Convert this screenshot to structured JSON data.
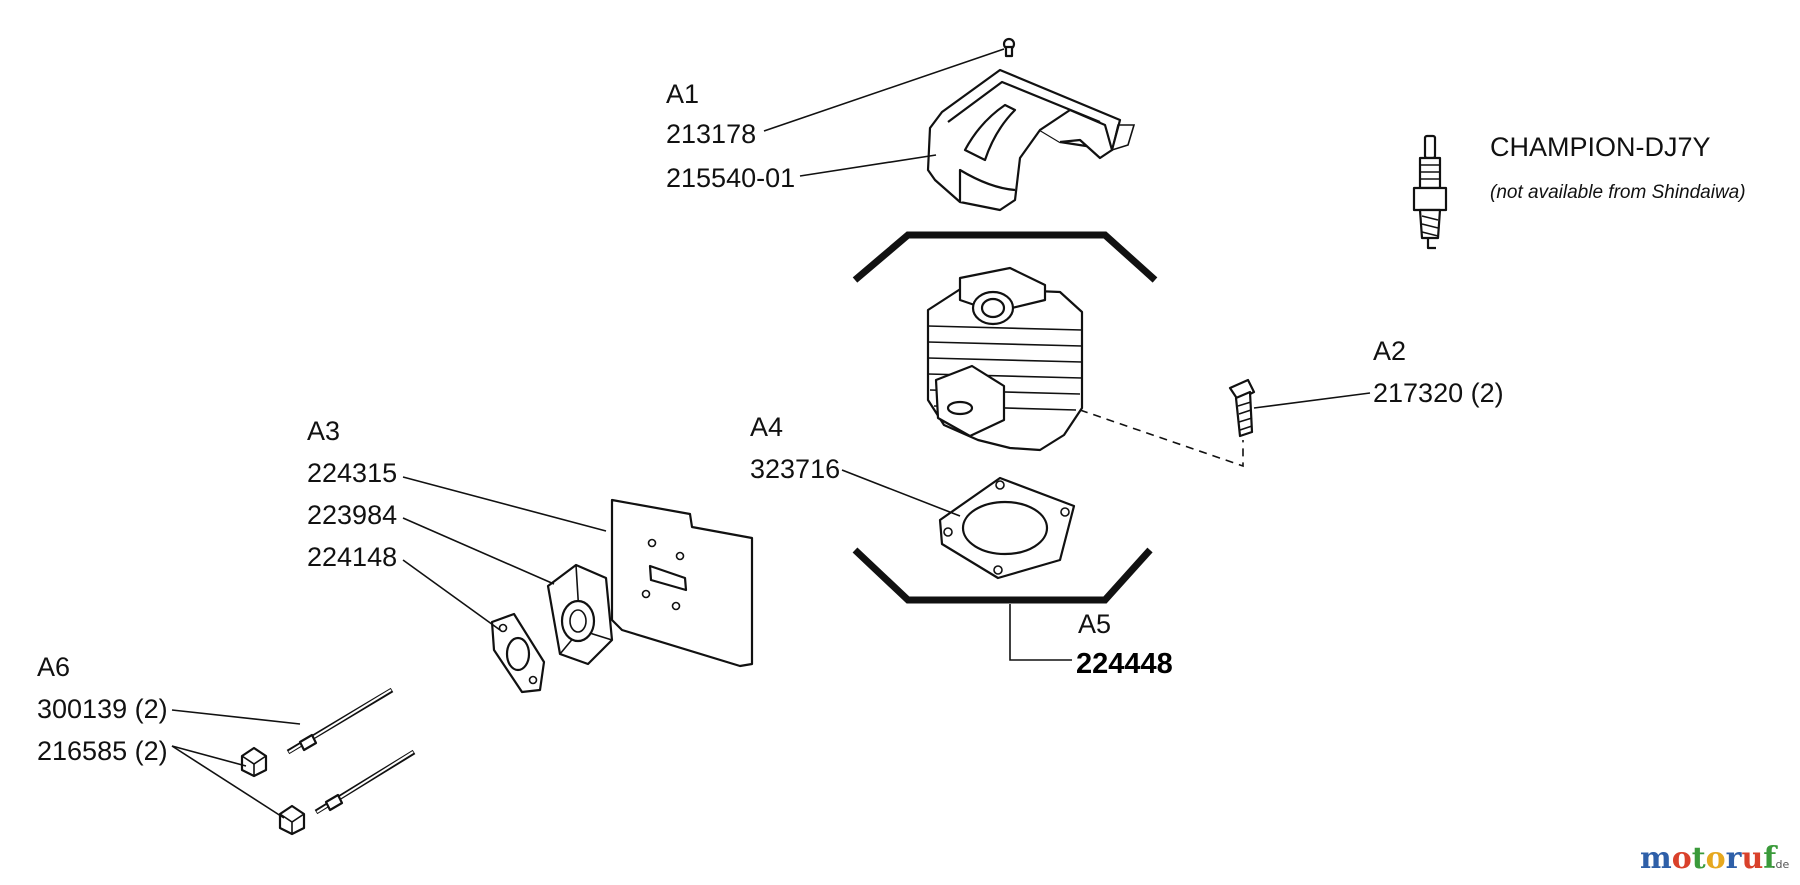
{
  "labels": {
    "a1": {
      "ref": "A1",
      "parts": [
        "213178",
        "215540-01"
      ]
    },
    "a2": {
      "ref": "A2",
      "parts": [
        "217320 (2)"
      ]
    },
    "a3": {
      "ref": "A3",
      "parts": [
        "224315",
        "223984",
        "224148"
      ]
    },
    "a4": {
      "ref": "A4",
      "parts": [
        "323716"
      ]
    },
    "a5": {
      "ref": "A5",
      "parts": [
        "224448"
      ]
    },
    "a6": {
      "ref": "A6",
      "parts": [
        "300139 (2)",
        "216585 (2)"
      ]
    }
  },
  "spark_plug": {
    "name": "CHAMPION-DJ7Y",
    "note": "(not available from Shindaiwa)"
  },
  "watermark": {
    "letters": [
      "m",
      "o",
      "t",
      "o",
      "r",
      "u",
      "f"
    ],
    "colors": [
      "#2e5fa8",
      "#d9412b",
      "#3a9a3a",
      "#e6a81f",
      "#2e5fa8",
      "#d9412b",
      "#3a9a3a"
    ],
    "suffix": ".de"
  }
}
